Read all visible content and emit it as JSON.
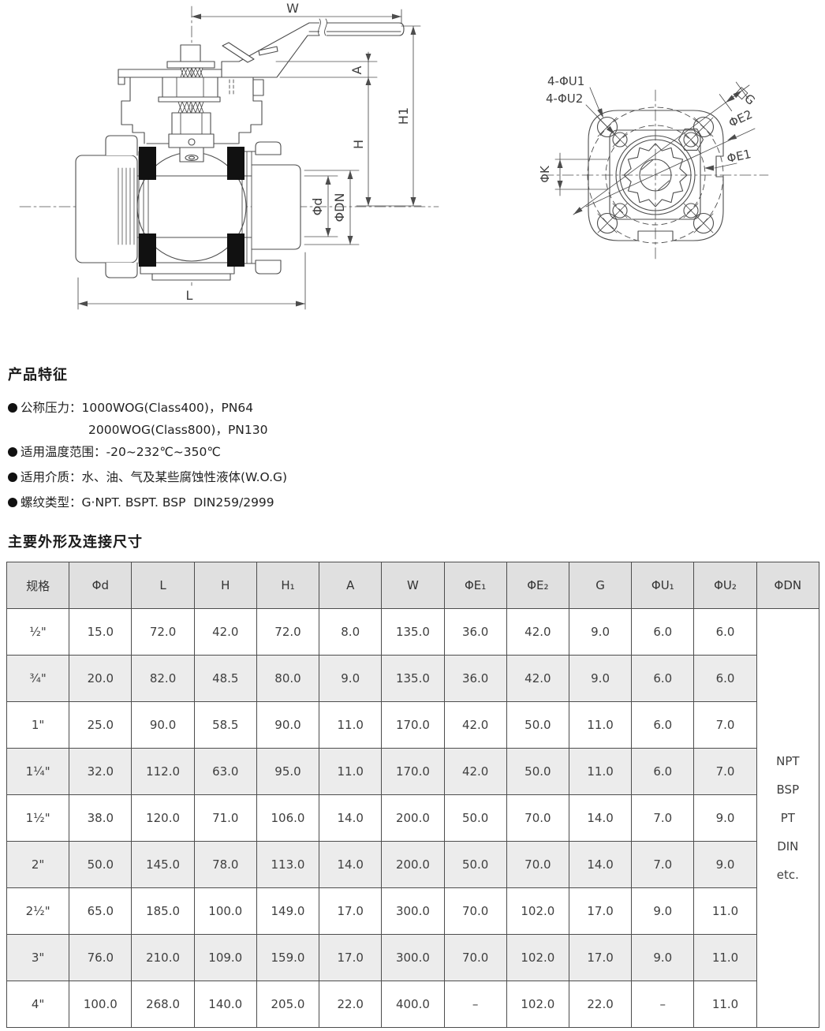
{
  "colors": {
    "line": "#4d4d4d",
    "seat_black": "#111111",
    "table_header_bg": "#e0e0e0",
    "table_alt_row_bg": "#ececec",
    "table_border": "#4d4d4d",
    "text": "#3f3f3f"
  },
  "drawing_left": {
    "labels": {
      "w": "W",
      "a": "A",
      "h1": "H1",
      "h": "H",
      "phi_d": "Φd",
      "phi_dn": "ΦDN",
      "l": "L"
    }
  },
  "drawing_right": {
    "labels": {
      "u1": "4-ΦU1",
      "u2": "4-ΦU2",
      "g": "□G",
      "e2": "ΦE2",
      "e1": "ΦE1",
      "k": "ΦK"
    }
  },
  "features": {
    "title": "产品特征",
    "items": [
      {
        "bullet": true,
        "text": "公称压力：1000WOG(Class400)，PN64"
      },
      {
        "bullet": false,
        "text": "2000WOG(Class800)，PN130"
      },
      {
        "bullet": true,
        "text": "适用温度范围：-20~232℃~350℃"
      },
      {
        "bullet": true,
        "text": "适用介质：水、油、气及某些腐蚀性液体(W.O.G)"
      },
      {
        "bullet": true,
        "text": "螺纹类型：G·NPT. BSPT. BSP  DIN259/2999"
      }
    ]
  },
  "table": {
    "title": "主要外形及连接尺寸",
    "columns": [
      "规格",
      "Φd",
      "L",
      "H",
      "H₁",
      "A",
      "W",
      "ΦE₁",
      "ΦE₂",
      "G",
      "ΦU₁",
      "ΦU₂",
      "ΦDN"
    ],
    "rows": [
      [
        "½\"",
        "15.0",
        "72.0",
        "42.0",
        "72.0",
        "8.0",
        "135.0",
        "36.0",
        "42.0",
        "9.0",
        "6.0",
        "6.0"
      ],
      [
        "¾\"",
        "20.0",
        "82.0",
        "48.5",
        "80.0",
        "9.0",
        "135.0",
        "36.0",
        "42.0",
        "9.0",
        "6.0",
        "6.0"
      ],
      [
        "1\"",
        "25.0",
        "90.0",
        "58.5",
        "90.0",
        "11.0",
        "170.0",
        "42.0",
        "50.0",
        "11.0",
        "6.0",
        "7.0"
      ],
      [
        "1¼\"",
        "32.0",
        "112.0",
        "63.0",
        "95.0",
        "11.0",
        "170.0",
        "42.0",
        "50.0",
        "11.0",
        "6.0",
        "7.0"
      ],
      [
        "1½\"",
        "38.0",
        "120.0",
        "71.0",
        "106.0",
        "14.0",
        "200.0",
        "50.0",
        "70.0",
        "14.0",
        "7.0",
        "9.0"
      ],
      [
        "2\"",
        "50.0",
        "145.0",
        "78.0",
        "113.0",
        "14.0",
        "200.0",
        "50.0",
        "70.0",
        "14.0",
        "7.0",
        "9.0"
      ],
      [
        "2½\"",
        "65.0",
        "185.0",
        "100.0",
        "149.0",
        "17.0",
        "300.0",
        "70.0",
        "102.0",
        "17.0",
        "9.0",
        "11.0"
      ],
      [
        "3\"",
        "76.0",
        "210.0",
        "109.0",
        "159.0",
        "17.0",
        "300.0",
        "70.0",
        "102.0",
        "17.0",
        "9.0",
        "11.0"
      ],
      [
        "4\"",
        "100.0",
        "268.0",
        "140.0",
        "205.0",
        "22.0",
        "400.0",
        "–",
        "102.0",
        "22.0",
        "–",
        "11.0"
      ]
    ],
    "phi_dn_lines": [
      "NPT",
      "BSP",
      "PT",
      "DIN",
      "etc."
    ]
  }
}
